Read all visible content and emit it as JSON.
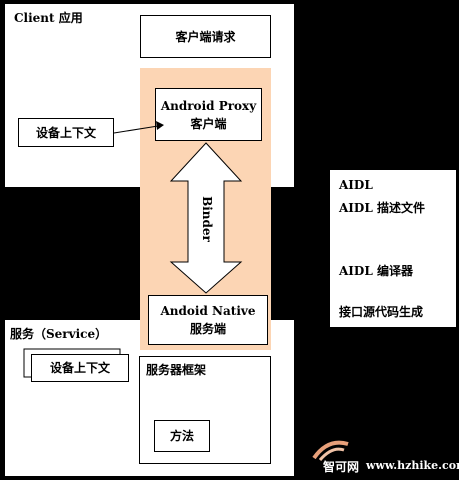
{
  "client": {
    "title": "Client 应用",
    "request_box": "客户端请求",
    "context_box": "设备上下文"
  },
  "proxy": {
    "line1": "Android Proxy",
    "line2": "客户端"
  },
  "binder_label": "Binder",
  "native": {
    "line1": "Andoid Native",
    "line2": "服务端"
  },
  "service": {
    "title": "服务（Service）",
    "context_box": "设备上下文",
    "framework_title": "服务器框架",
    "method_box": "方法"
  },
  "aidl": {
    "line1": "AIDL",
    "line2": "AIDL 描述文件",
    "line3": "AIDL 编译器",
    "line4": "接口源代码生成"
  },
  "watermark": {
    "brand": "智可网",
    "url": "www.hzhike.com"
  },
  "colors": {
    "background": "#000000",
    "panel": "#ffffff",
    "binder_band": "#fcd5b4"
  }
}
